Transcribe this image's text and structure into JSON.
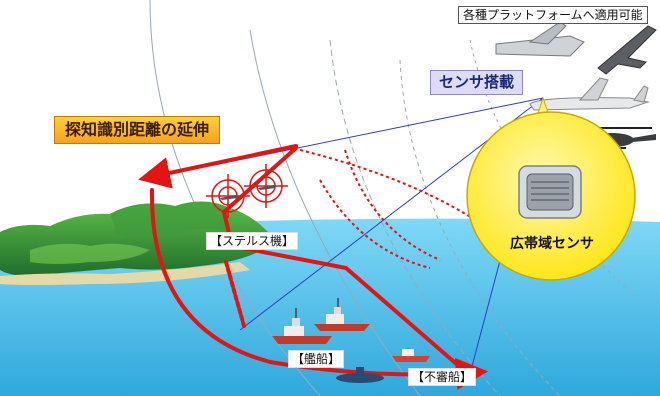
{
  "labels": {
    "platforms": "各種プラットフォームへ適用可能",
    "sensor_mount": "センサ搭載",
    "range_extension": "探知識別距離の延伸",
    "stealth_aircraft": "【ステルス機】",
    "ships": "【艦船】",
    "suspicious_vessel": "【不審船】",
    "wideband_sensor": "広帯域センサ"
  },
  "colors": {
    "arrow": "#e31414",
    "sea": "#4fc4ec",
    "land": "#2f8a3a",
    "bubble": "#ffee33",
    "beam": "#2b3fc4"
  },
  "icons": [
    "uav-icon",
    "fighter-jet-icon",
    "aircraft-icon",
    "helicopter-icon",
    "wideband-sensor-icon",
    "reticle-icon",
    "ship-icon",
    "submarine-icon"
  ]
}
